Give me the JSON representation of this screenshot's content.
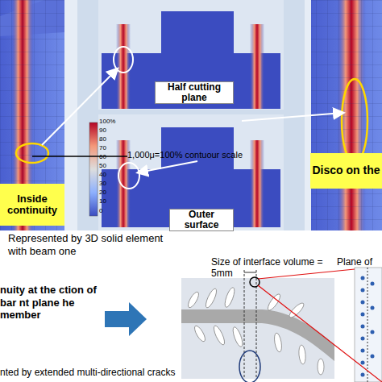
{
  "diagram": {
    "nodes": [
      {
        "text": [
          "Inside continuity"
        ]
      },
      {
        "text": [
          "Half cutting plane"
        ]
      },
      {
        "text": [
          "Outer surface"
        ]
      },
      {
        "text": [
          "Disco on the"
        ]
      }
    ],
    "labels": [
      "1,000μ=100% contuour scale",
      "100%",
      "90",
      "80",
      "70",
      "60",
      "50",
      "40",
      "30",
      "20",
      "10",
      "0",
      "Represented by 3D solid element with beam one",
      "Size of interface volume = 5mm",
      "Plane of",
      "nuity at the ction of bar nt plane he member",
      "nted by extended multi-directional cracks"
    ]
  }
}
